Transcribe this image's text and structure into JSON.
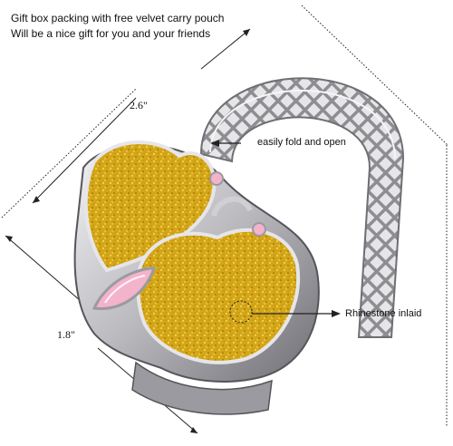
{
  "caption": {
    "line1": "Gift box packing with free velvet carry pouch",
    "line2": "Will be a nice gift for you  and your friends"
  },
  "callouts": {
    "fold": "easily fold and open",
    "rhinestone": "Rhinestone inlaid"
  },
  "dimensions": {
    "width": "2.6\"",
    "height": "1.8\""
  },
  "colors": {
    "glitter": "#d4a617",
    "glitter_light": "#f4d04a",
    "metal": "#c9c9cc",
    "metal_dark": "#8d8d92",
    "gem_pink": "#f2b3cb",
    "line": "#222222"
  }
}
